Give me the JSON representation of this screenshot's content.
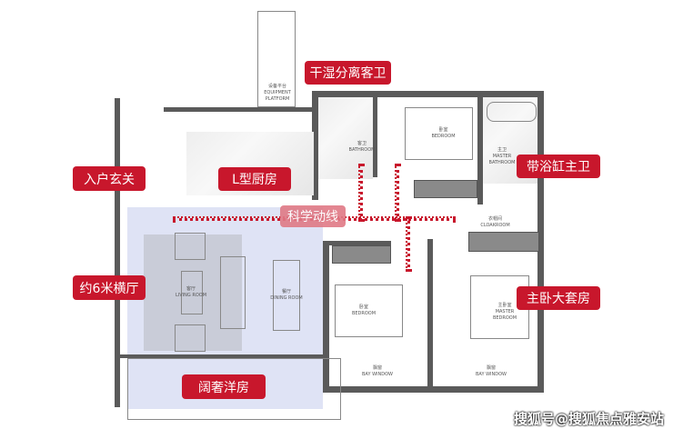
{
  "tags": {
    "guest_bath": "干湿分离客卫",
    "entry": "入户玄关",
    "kitchen": "L型厨房",
    "master_bath": "带浴缸主卫",
    "flow": "科学动线",
    "living": "约6米横厅",
    "master_suite": "主卧大套房",
    "bungalow": "阔奢洋房"
  },
  "rooms": {
    "equipment": [
      "设备平台",
      "EQUIPMENT",
      "PLATFORM"
    ],
    "bathroom": [
      "客卫",
      "BATHROOM"
    ],
    "bedroom1": [
      "卧室",
      "BEDROOM"
    ],
    "master_bathroom": [
      "主卫",
      "MASTER",
      "BATHROOM"
    ],
    "cloakroom": [
      "衣帽间",
      "CLOAKROOM"
    ],
    "living": [
      "客厅",
      "LIVING ROOM"
    ],
    "dining": [
      "餐厅",
      "DINING ROOM"
    ],
    "bedroom2": [
      "卧室",
      "BEDROOM"
    ],
    "master_bedroom": [
      "主卧室",
      "MASTER",
      "BEDROOM"
    ],
    "bay1": [
      "飘窗",
      "BAY WINDOW"
    ],
    "bay2": [
      "飘窗",
      "BAY WINDOW"
    ]
  },
  "watermark": "搜狐号@搜狐焦点雅安站",
  "colors": {
    "accent": "#c8172c",
    "highlight": "#dfe3f5"
  }
}
